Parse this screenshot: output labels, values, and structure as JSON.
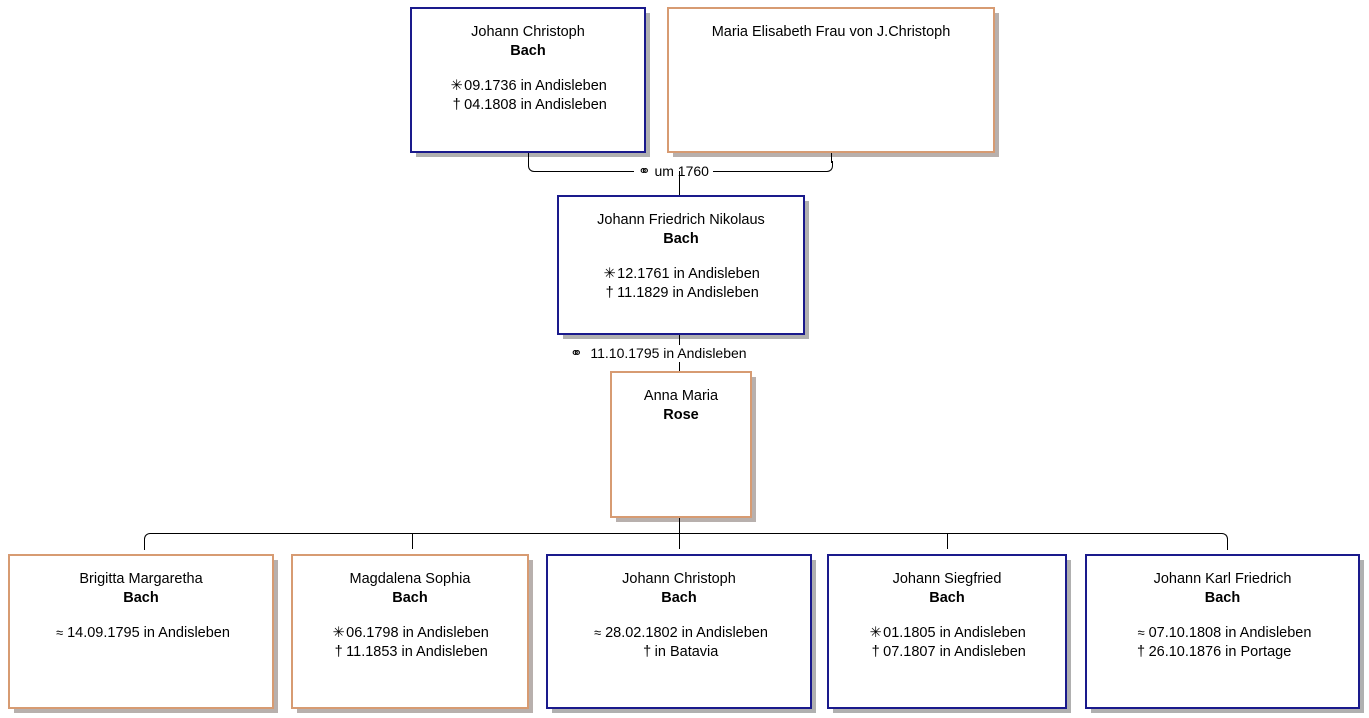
{
  "diagram": {
    "title": "Bach family descendant chart",
    "symbols": {
      "marriage": "⚭",
      "birth": "✳",
      "death": "†",
      "baptism": "≈"
    },
    "colors": {
      "male_border": "#1a1a8c",
      "female_border": "#d79b72",
      "connector": "#000000",
      "shadow": "#969696",
      "background": "#ffffff"
    }
  },
  "generation1": {
    "father": {
      "given": "Johann Christoph",
      "surname": "Bach",
      "sex": "male",
      "events": [
        {
          "symbol": "✳",
          "kind": "birth",
          "text": "09.1736 in Andisleben"
        },
        {
          "symbol": "†",
          "kind": "death",
          "text": "04.1808 in Andisleben"
        }
      ]
    },
    "mother": {
      "given": "Maria Elisabeth Frau von J.Christoph",
      "surname": "",
      "sex": "female",
      "events": []
    },
    "marriage_label": "um 1760"
  },
  "generation2": {
    "son": {
      "given": "Johann Friedrich Nikolaus",
      "surname": "Bach",
      "sex": "male",
      "events": [
        {
          "symbol": "✳",
          "kind": "birth",
          "text": "12.1761 in Andisleben"
        },
        {
          "symbol": "†",
          "kind": "death",
          "text": "11.1829 in Andisleben"
        }
      ]
    },
    "spouse": {
      "given": "Anna Maria",
      "surname": "Rose",
      "sex": "female",
      "events": []
    },
    "marriage_label": "11.10.1795 in Andisleben"
  },
  "generation3": {
    "children": [
      {
        "given": "Brigitta Margaretha",
        "surname": "Bach",
        "sex": "female",
        "events": [
          {
            "symbol": "≈",
            "kind": "baptism",
            "text": "14.09.1795 in Andisleben"
          }
        ]
      },
      {
        "given": "Magdalena Sophia",
        "surname": "Bach",
        "sex": "female",
        "events": [
          {
            "symbol": "✳",
            "kind": "birth",
            "text": "06.1798 in Andisleben"
          },
          {
            "symbol": "†",
            "kind": "death",
            "text": "11.1853 in Andisleben"
          }
        ]
      },
      {
        "given": "Johann Christoph",
        "surname": "Bach",
        "sex": "male",
        "events": [
          {
            "symbol": "≈",
            "kind": "baptism",
            "text": "28.02.1802 in Andisleben"
          },
          {
            "symbol": "†",
            "kind": "death",
            "text": "in Batavia"
          }
        ]
      },
      {
        "given": "Johann Siegfried",
        "surname": "Bach",
        "sex": "male",
        "events": [
          {
            "symbol": "✳",
            "kind": "birth",
            "text": "01.1805 in Andisleben"
          },
          {
            "symbol": "†",
            "kind": "death",
            "text": "07.1807 in Andisleben"
          }
        ]
      },
      {
        "given": "Johann Karl Friedrich",
        "surname": "Bach",
        "sex": "male",
        "events": [
          {
            "symbol": "≈",
            "kind": "baptism",
            "text": "07.10.1808 in Andisleben"
          },
          {
            "symbol": "†",
            "kind": "death",
            "text": "26.10.1876 in Portage"
          }
        ]
      }
    ]
  }
}
